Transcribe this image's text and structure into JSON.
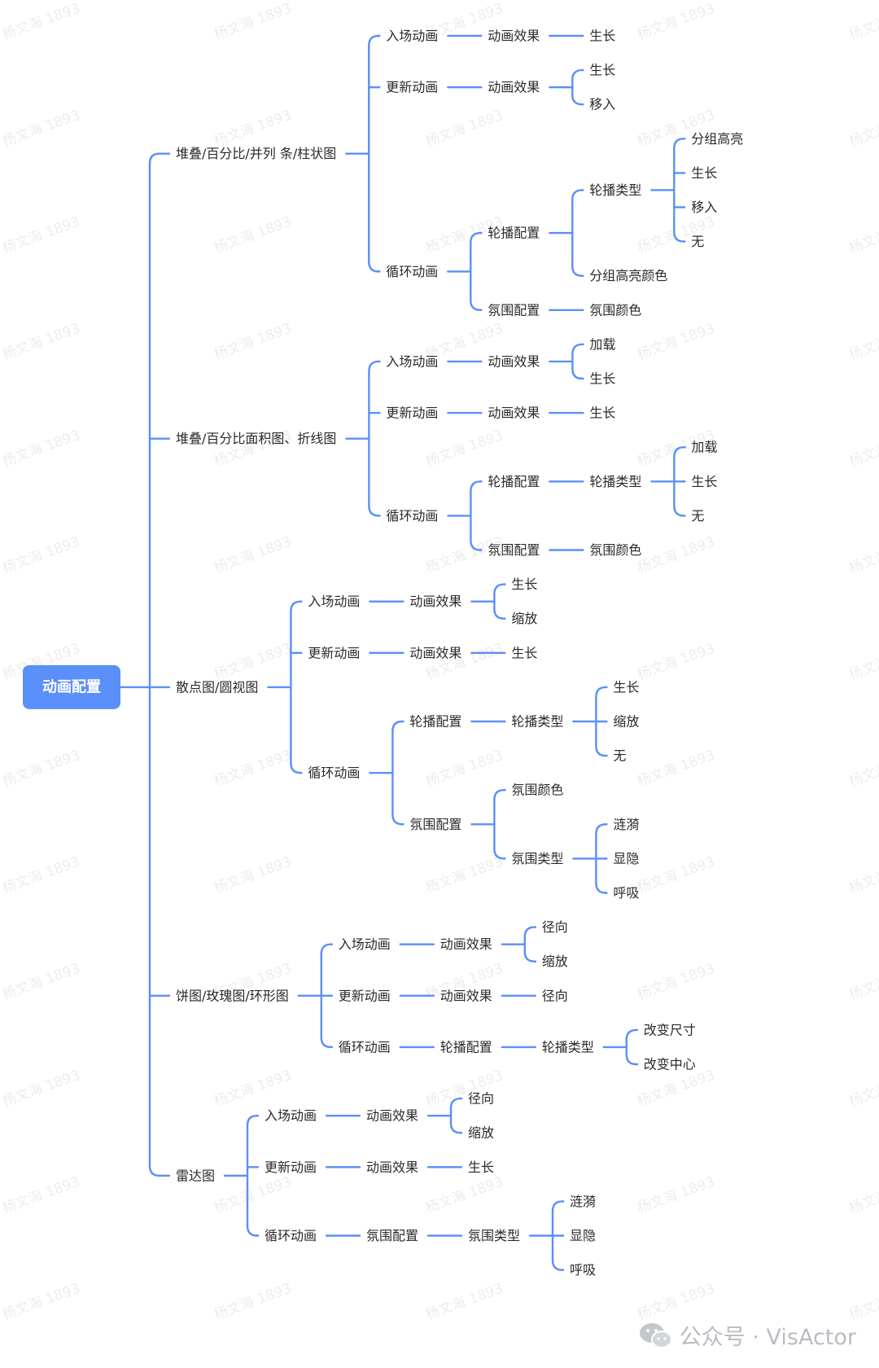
{
  "diagram": {
    "root": "动画配置",
    "colors": {
      "line": "#5b8ff9",
      "root_bg": "#5b8ff9",
      "root_text": "#ffffff",
      "node_text": "#2a2a2a"
    },
    "children": [
      {
        "label": "堆叠/百分比/并列 条/柱状图",
        "children": [
          {
            "label": "入场动画",
            "children": [
              {
                "label": "动画效果",
                "children": [
                  {
                    "label": "生长"
                  }
                ]
              }
            ]
          },
          {
            "label": "更新动画",
            "children": [
              {
                "label": "动画效果",
                "children": [
                  {
                    "label": "生长"
                  },
                  {
                    "label": "移入"
                  }
                ]
              }
            ]
          },
          {
            "label": "循环动画",
            "children": [
              {
                "label": "轮播配置",
                "children": [
                  {
                    "label": "轮播类型",
                    "children": [
                      {
                        "label": "分组高亮"
                      },
                      {
                        "label": "生长"
                      },
                      {
                        "label": "移入"
                      },
                      {
                        "label": "无"
                      }
                    ]
                  },
                  {
                    "label": "分组高亮颜色"
                  }
                ]
              },
              {
                "label": "氛围配置",
                "children": [
                  {
                    "label": "氛围颜色"
                  }
                ]
              }
            ]
          }
        ]
      },
      {
        "label": "堆叠/百分比面积图、折线图",
        "children": [
          {
            "label": "入场动画",
            "children": [
              {
                "label": "动画效果",
                "children": [
                  {
                    "label": "加载"
                  },
                  {
                    "label": "生长"
                  }
                ]
              }
            ]
          },
          {
            "label": "更新动画",
            "children": [
              {
                "label": "动画效果",
                "children": [
                  {
                    "label": "生长"
                  }
                ]
              }
            ]
          },
          {
            "label": "循环动画",
            "children": [
              {
                "label": "轮播配置",
                "children": [
                  {
                    "label": "轮播类型",
                    "children": [
                      {
                        "label": "加载"
                      },
                      {
                        "label": "生长"
                      },
                      {
                        "label": "无"
                      }
                    ]
                  }
                ]
              },
              {
                "label": "氛围配置",
                "children": [
                  {
                    "label": "氛围颜色"
                  }
                ]
              }
            ]
          }
        ]
      },
      {
        "label": "散点图/圆视图",
        "children": [
          {
            "label": "入场动画",
            "children": [
              {
                "label": "动画效果",
                "children": [
                  {
                    "label": "生长"
                  },
                  {
                    "label": "缩放"
                  }
                ]
              }
            ]
          },
          {
            "label": "更新动画",
            "children": [
              {
                "label": "动画效果",
                "children": [
                  {
                    "label": "生长"
                  }
                ]
              }
            ]
          },
          {
            "label": "循环动画",
            "children": [
              {
                "label": "轮播配置",
                "children": [
                  {
                    "label": "轮播类型",
                    "children": [
                      {
                        "label": "生长"
                      },
                      {
                        "label": "缩放"
                      },
                      {
                        "label": "无"
                      }
                    ]
                  }
                ]
              },
              {
                "label": "氛围配置",
                "children": [
                  {
                    "label": "氛围颜色"
                  },
                  {
                    "label": "氛围类型",
                    "children": [
                      {
                        "label": "涟漪"
                      },
                      {
                        "label": "显隐"
                      },
                      {
                        "label": "呼吸"
                      }
                    ]
                  }
                ]
              }
            ]
          }
        ]
      },
      {
        "label": "饼图/玫瑰图/环形图",
        "children": [
          {
            "label": "入场动画",
            "children": [
              {
                "label": "动画效果",
                "children": [
                  {
                    "label": "径向"
                  },
                  {
                    "label": "缩放"
                  }
                ]
              }
            ]
          },
          {
            "label": "更新动画",
            "children": [
              {
                "label": "动画效果",
                "children": [
                  {
                    "label": "径向"
                  }
                ]
              }
            ]
          },
          {
            "label": "循环动画",
            "children": [
              {
                "label": "轮播配置",
                "children": [
                  {
                    "label": "轮播类型",
                    "children": [
                      {
                        "label": "改变尺寸"
                      },
                      {
                        "label": "改变中心"
                      }
                    ]
                  }
                ]
              }
            ]
          }
        ]
      },
      {
        "label": "雷达图",
        "children": [
          {
            "label": "入场动画",
            "children": [
              {
                "label": "动画效果",
                "children": [
                  {
                    "label": "径向"
                  },
                  {
                    "label": "缩放"
                  }
                ]
              }
            ]
          },
          {
            "label": "更新动画",
            "children": [
              {
                "label": "动画效果",
                "children": [
                  {
                    "label": "生长"
                  }
                ]
              }
            ]
          },
          {
            "label": "循环动画",
            "children": [
              {
                "label": "氛围配置",
                "children": [
                  {
                    "label": "氛围类型",
                    "children": [
                      {
                        "label": "涟漪"
                      },
                      {
                        "label": "显隐"
                      },
                      {
                        "label": "呼吸"
                      }
                    ]
                  }
                ]
              }
            ]
          }
        ]
      }
    ]
  },
  "watermark": {
    "text": "杨文海 1893"
  },
  "footer": {
    "icon": "wechat-icon",
    "text": "公众号 · VisActor"
  }
}
